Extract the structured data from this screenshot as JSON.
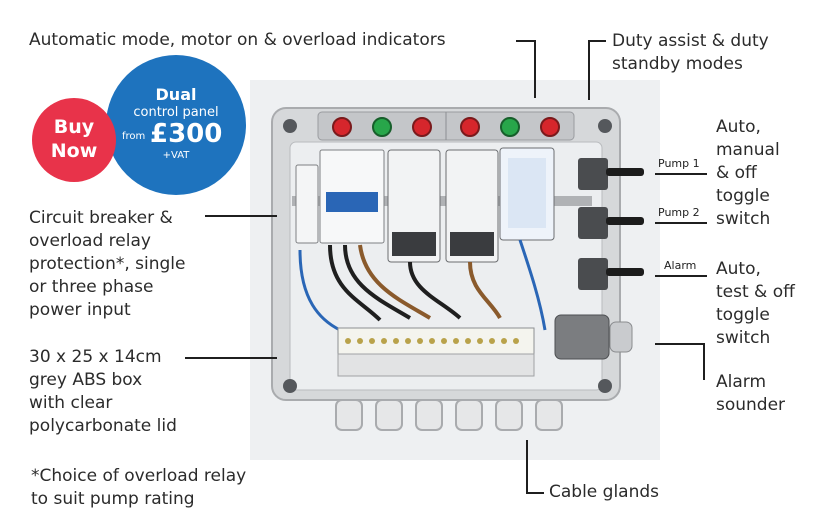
{
  "annotations": {
    "top_indicators": "Automatic mode, motor on & overload indicators",
    "duty_modes": "Duty assist & duty\nstandby modes",
    "pump_toggle": "Auto,\nmanual\n& off\ntoggle\nswitch",
    "alarm_toggle": "Auto,\ntest & off\ntoggle\nswitch",
    "alarm_sounder": "Alarm\nsounder",
    "breaker": "Circuit breaker &\noverload relay\nprotection*, single\nor three phase\npower input",
    "box": "30 x 25 x 14cm\ngrey ABS box\nwith clear\npolycarbonate lid",
    "footnote": "*Choice of overload relay\nto suit pump rating",
    "cable_glands": "Cable glands"
  },
  "switch_labels": {
    "pump1": "Pump 1",
    "pump2": "Pump 2",
    "alarm": "Alarm"
  },
  "buy_now": {
    "line1": "Buy",
    "line2": "Now"
  },
  "price_badge": {
    "title": "Dual",
    "subtitle": "control panel",
    "from": "from",
    "price": "£300",
    "vat": "+VAT"
  },
  "colors": {
    "buy_red": "#e8334a",
    "badge_blue": "#1e73be",
    "panel_grey": "#d9dadc",
    "lamp_red": "#d6262c",
    "lamp_green": "#28a64a"
  }
}
